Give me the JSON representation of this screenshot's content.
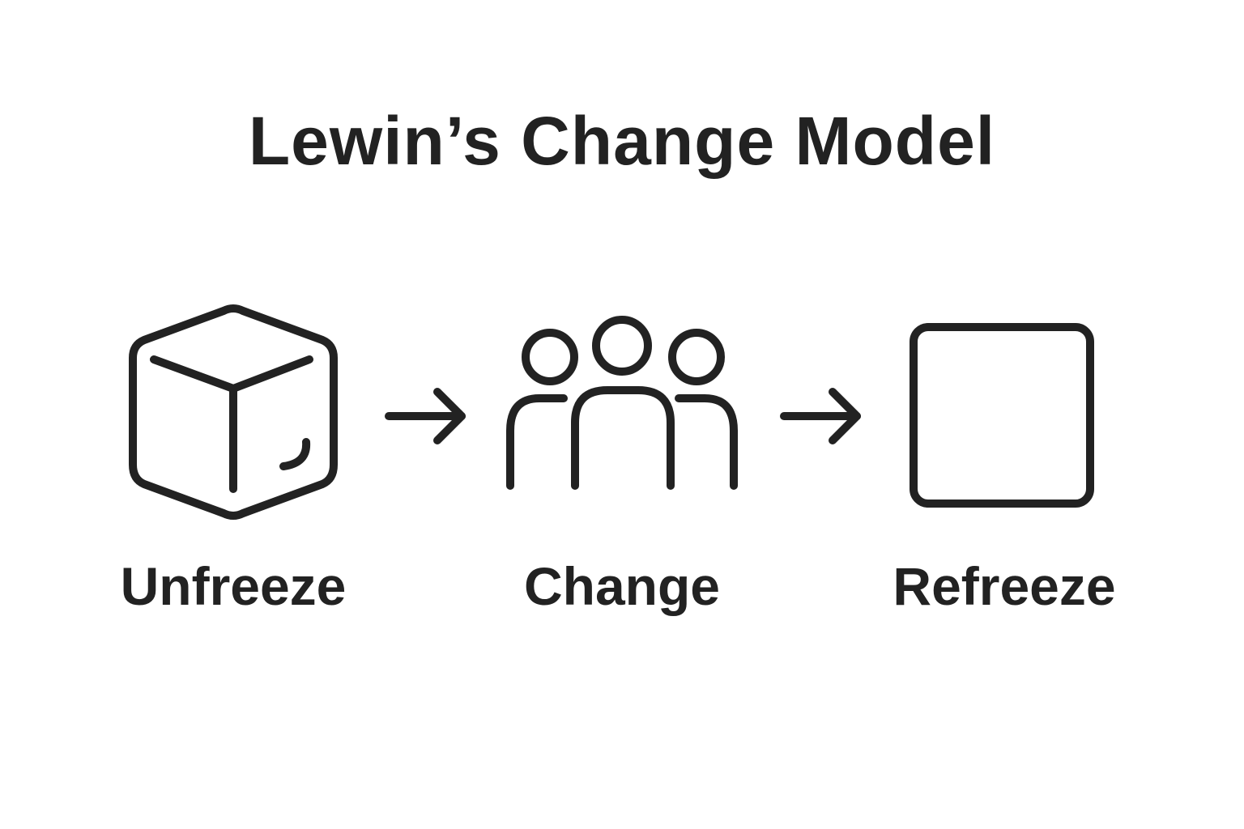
{
  "diagram": {
    "title": "Lewin’s Change Model",
    "stages": [
      {
        "label": "Unfreeze",
        "icon": "ice-cube-icon"
      },
      {
        "label": "Change",
        "icon": "people-group-icon"
      },
      {
        "label": "Refreeze",
        "icon": "square-block-icon"
      }
    ],
    "connectors": [
      "right-arrow-icon",
      "right-arrow-icon"
    ],
    "colors": {
      "stroke": "#222222",
      "background": "#ffffff"
    }
  }
}
